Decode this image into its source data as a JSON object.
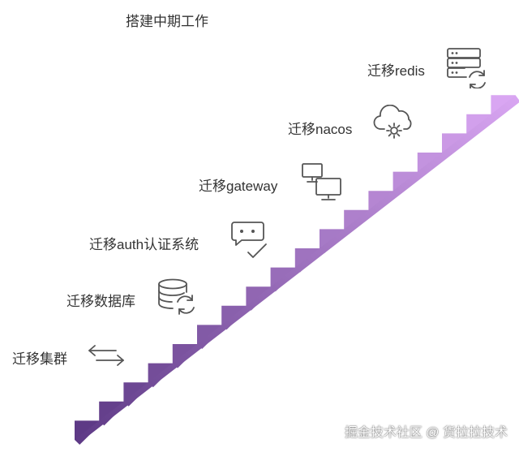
{
  "title": "搭建中期工作",
  "steps": [
    {
      "label": "迁移集群",
      "icon": "arrows-left-right-icon"
    },
    {
      "label": "迁移数据库",
      "icon": "database-sync-icon"
    },
    {
      "label": "迁移auth认证系统",
      "icon": "chat-check-icon"
    },
    {
      "label": "迁移gateway",
      "icon": "monitors-icon"
    },
    {
      "label": "迁移nacos",
      "icon": "cloud-gear-icon"
    },
    {
      "label": "迁移redis",
      "icon": "server-sync-icon"
    }
  ],
  "watermark": "掘金技术社区 @ 货拉拉技术",
  "colors": {
    "stair_dark": "#5e3a86",
    "stair_light": "#d9a6f2",
    "text": "#333333",
    "icon": "#555555"
  }
}
